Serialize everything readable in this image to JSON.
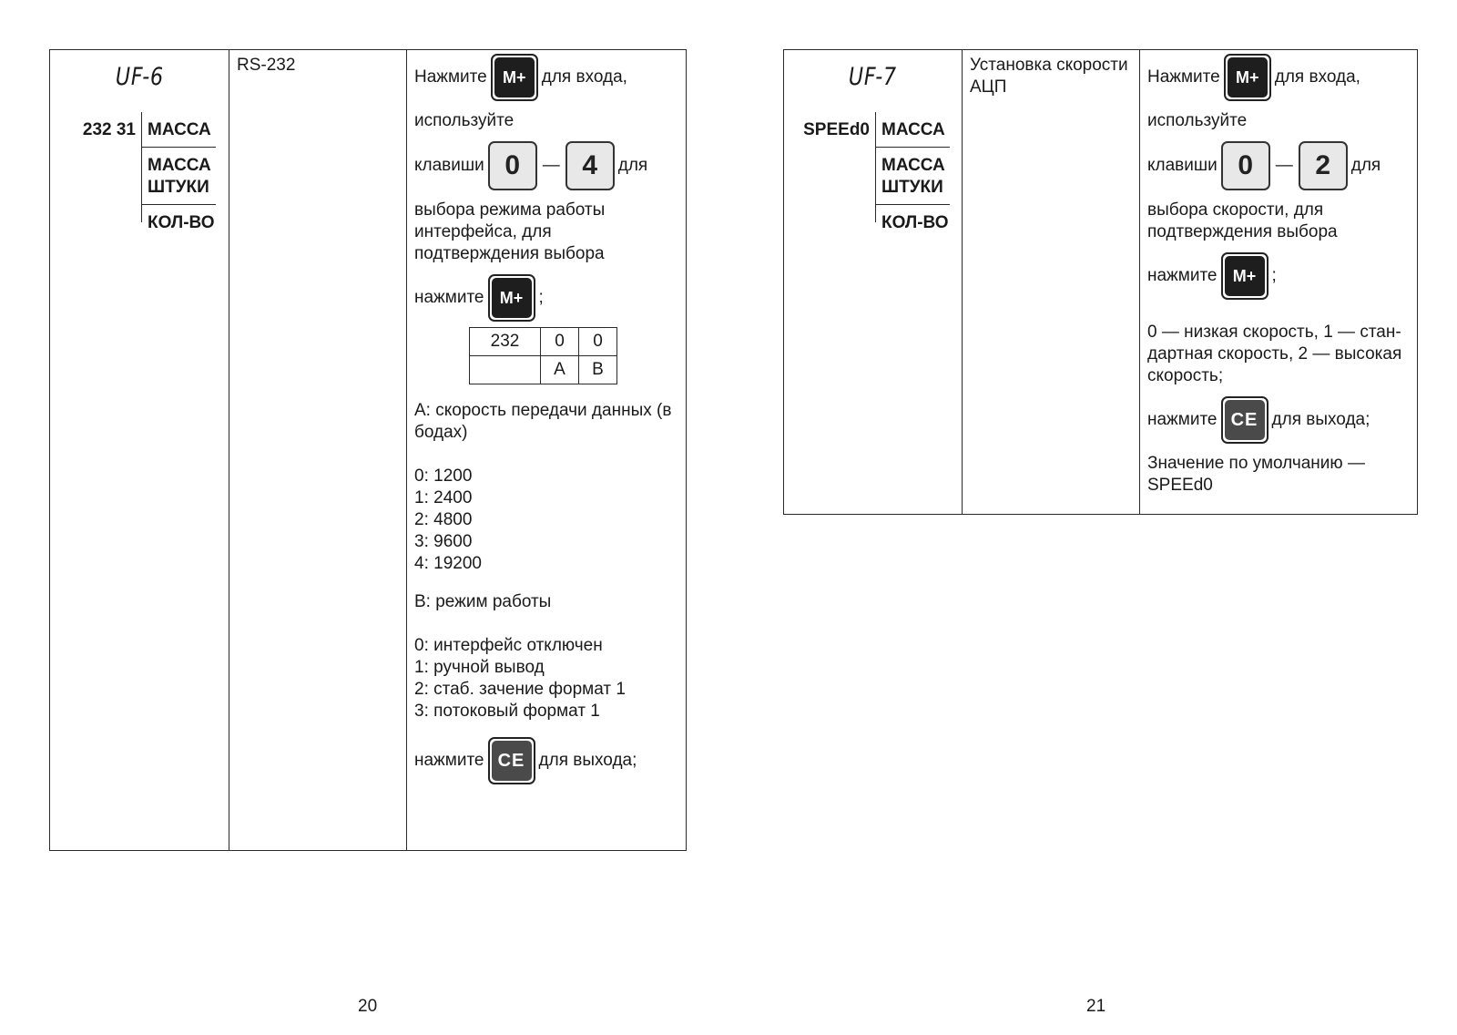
{
  "left_page": {
    "lcd": "UF-6",
    "code": "232 31",
    "modes": [
      [
        "МАССА"
      ],
      [
        "МАССА",
        "ШТУКИ"
      ],
      [
        "КОЛ-ВО"
      ]
    ],
    "description": "RS-232",
    "instr": {
      "press": "Нажмите",
      "key_mplus": "M+",
      "to_enter": "для входа,",
      "use": "используйте",
      "keys_label": "клавиши",
      "key_from": "0",
      "dash": "—",
      "key_to": "4",
      "for": "для",
      "select_text": "выбора режима работы интерфейса, для подтверждения выбора",
      "press_lower": "нажмите",
      "semicolon": ";",
      "mini_table": {
        "row1": [
          "232",
          "0",
          "0"
        ],
        "row2": [
          "",
          "A",
          "B"
        ]
      },
      "a_title": "A: скорость передачи данных (в бодах)",
      "baud": [
        "0: 1200",
        "1: 2400",
        "2: 4800",
        "3: 9600",
        "4: 19200"
      ],
      "b_title": "B: режим работы",
      "modes_list": [
        "0: интерфейс отключен",
        "1: ручной вывод",
        "2: стаб. зачение формат 1",
        "3: потоковый формат 1"
      ],
      "key_ce": "CE",
      "to_exit": "для выхода;"
    },
    "page_number": "20"
  },
  "right_page": {
    "lcd": "UF-7",
    "code": "SPEEd0",
    "modes": [
      [
        "МАССА"
      ],
      [
        "МАССА",
        "ШТУКИ"
      ],
      [
        "КОЛ-ВО"
      ]
    ],
    "description": "Установка скорости АЦП",
    "instr": {
      "press": "Нажмите",
      "key_mplus": "M+",
      "to_enter": "для входа,",
      "use": "используйте",
      "keys_label": "клавиши",
      "key_from": "0",
      "dash": "—",
      "key_to": "2",
      "for": "для",
      "select_text": "выбора скорости, для подтверждения выбора",
      "press_lower": "нажмите",
      "semicolon": ";",
      "speeds": "0 — низкая скорость, 1 — стан-дартная скорость, 2 — высокая скорость;",
      "key_ce": "CE",
      "to_exit": "для выхода;",
      "default_text": "Значение по умолчанию — SPEEd0"
    },
    "page_number": "21"
  }
}
